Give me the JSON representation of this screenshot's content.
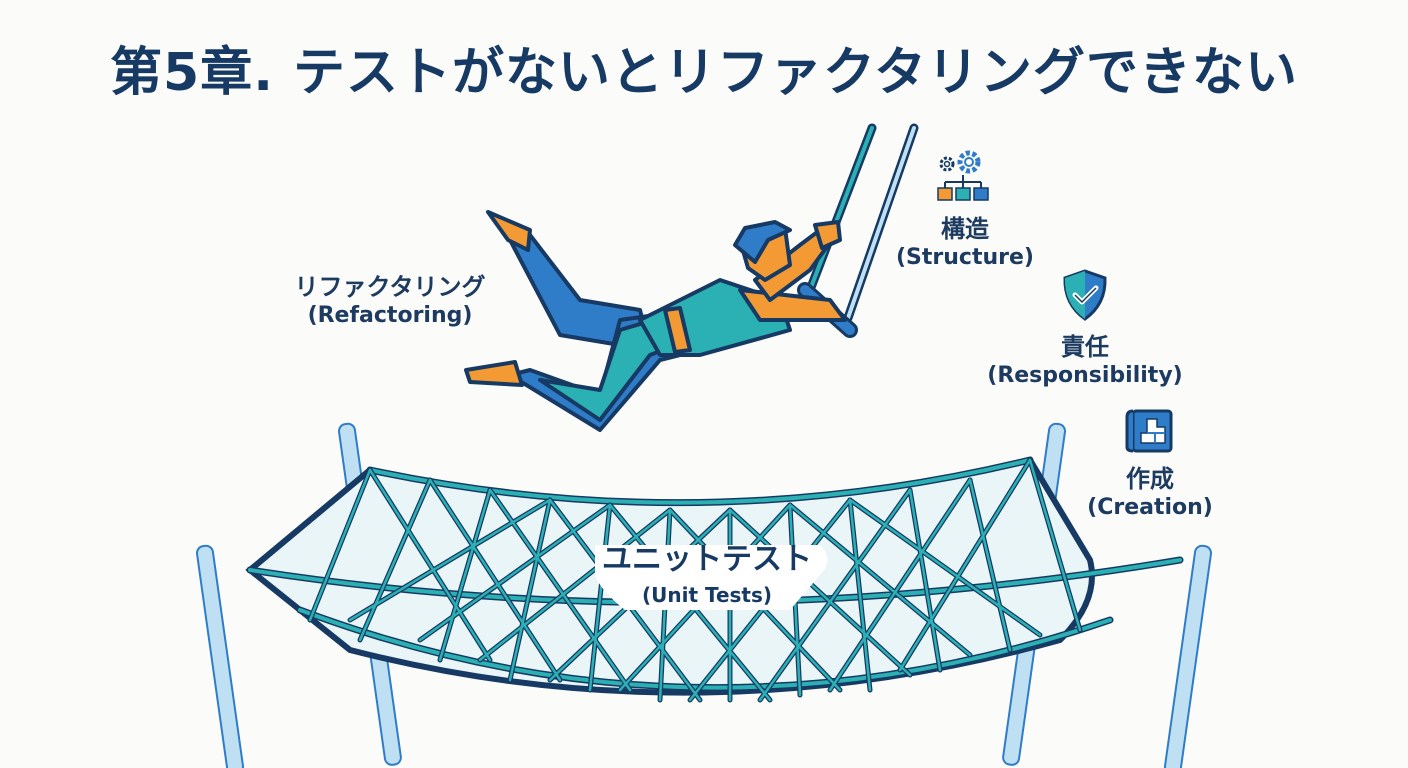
{
  "title": "第5章. テストがないとリファクタリングできない",
  "refactoring": {
    "jp": "リファクタリング",
    "en": "(Refactoring)"
  },
  "structure": {
    "jp": "構造",
    "en": "(Structure)",
    "icon": "gears-hierarchy-icon"
  },
  "responsibility": {
    "jp": "責任",
    "en": "(Responsibility)",
    "icon": "shield-check-icon"
  },
  "creation": {
    "jp": "作成",
    "en": "(Creation)",
    "icon": "blueprint-icon"
  },
  "net": {
    "jp": "ユニットテスト",
    "en": "(Unit Tests)"
  },
  "colors": {
    "navy": "#163a63",
    "blue": "#2f7cc8",
    "teal": "#2bb0b4",
    "orange": "#f39a34",
    "pole": "#bfe0f2",
    "background": "#fbfbf9"
  }
}
